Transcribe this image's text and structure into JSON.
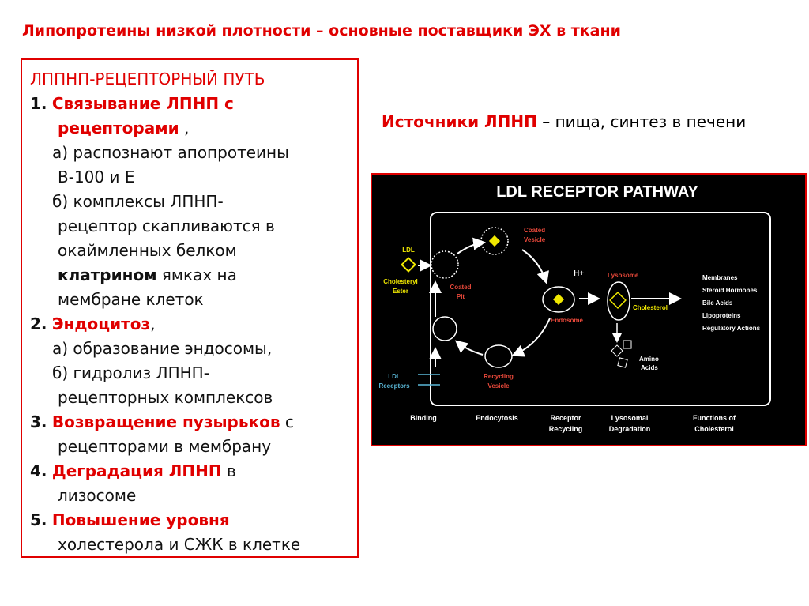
{
  "title": "Липопротеины низкой плотности – основные поставщики ЭХ в ткани",
  "left": {
    "heading": "ЛППНП-РЕЦЕПТОРНЫЙ ПУТЬ",
    "n1": "1.",
    "s1": "Связывание ЛПНП с",
    "s1b": "рецепторами",
    "s1c": " ,",
    "a1": "а) распознают апопротеины",
    "a1b": "В-100 и Е",
    "b1": "б) комплексы ЛПНП-",
    "b1b": "рецептор скапливаются в",
    "b1c": "окаймленных белком",
    "b1d": "клатрином",
    "b1e": " ямках на",
    "b1f": "мембране клеток",
    "n2": "2.",
    "s2": "Эндоцитоз",
    "s2c": ",",
    "a2": "а) образование эндосомы,",
    "b2": "б) гидролиз ЛПНП-",
    "b2b": "рецепторных комплексов",
    "n3": "3.",
    "s3": "Возвращение пузырьков",
    "s3c": " с",
    "s3b": "рецепторами в мембрану",
    "n4": "4.",
    "s4": "Деградация ЛПНП",
    "s4c": " в",
    "s4b": "лизосоме",
    "n5": "5.",
    "s5": "Повышение уровня",
    "s5b": "холестерола и СЖК в клетке"
  },
  "sources": {
    "label": "Источники ЛПНП",
    "rest": " – пища, синтез в печени"
  },
  "diagram": {
    "title": "LDL RECEPTOR PATHWAY",
    "ldl": "LDL",
    "chol_ester_1": "Cholesteryl",
    "chol_ester_2": "Ester",
    "coated_vesicle_1": "Coated",
    "coated_vesicle_2": "Vesicle",
    "coated_pit_1": "Coated",
    "coated_pit_2": "Pit",
    "h_plus": "H+",
    "endosome": "Endosome",
    "lysosome": "Lysosome",
    "cholesterol": "Cholesterol",
    "recycling_1": "Recycling",
    "recycling_2": "Vesicle",
    "ldl_receptors_1": "LDL",
    "ldl_receptors_2": "Receptors",
    "amino_1": "Amino",
    "amino_2": "Acids",
    "functions": [
      "Membranes",
      "Steroid Hormones",
      "Bile Acids",
      "Lipoproteins",
      "Regulatory Actions"
    ],
    "stages": [
      "Binding",
      "Endocytosis",
      "Receptor",
      "Recycling",
      "Lysosomal",
      "Degradation",
      "Functions of",
      "Cholesterol"
    ],
    "colors": {
      "red": "#e8483a",
      "yellow": "#f0e800",
      "cyan": "#5ab8d8"
    }
  }
}
